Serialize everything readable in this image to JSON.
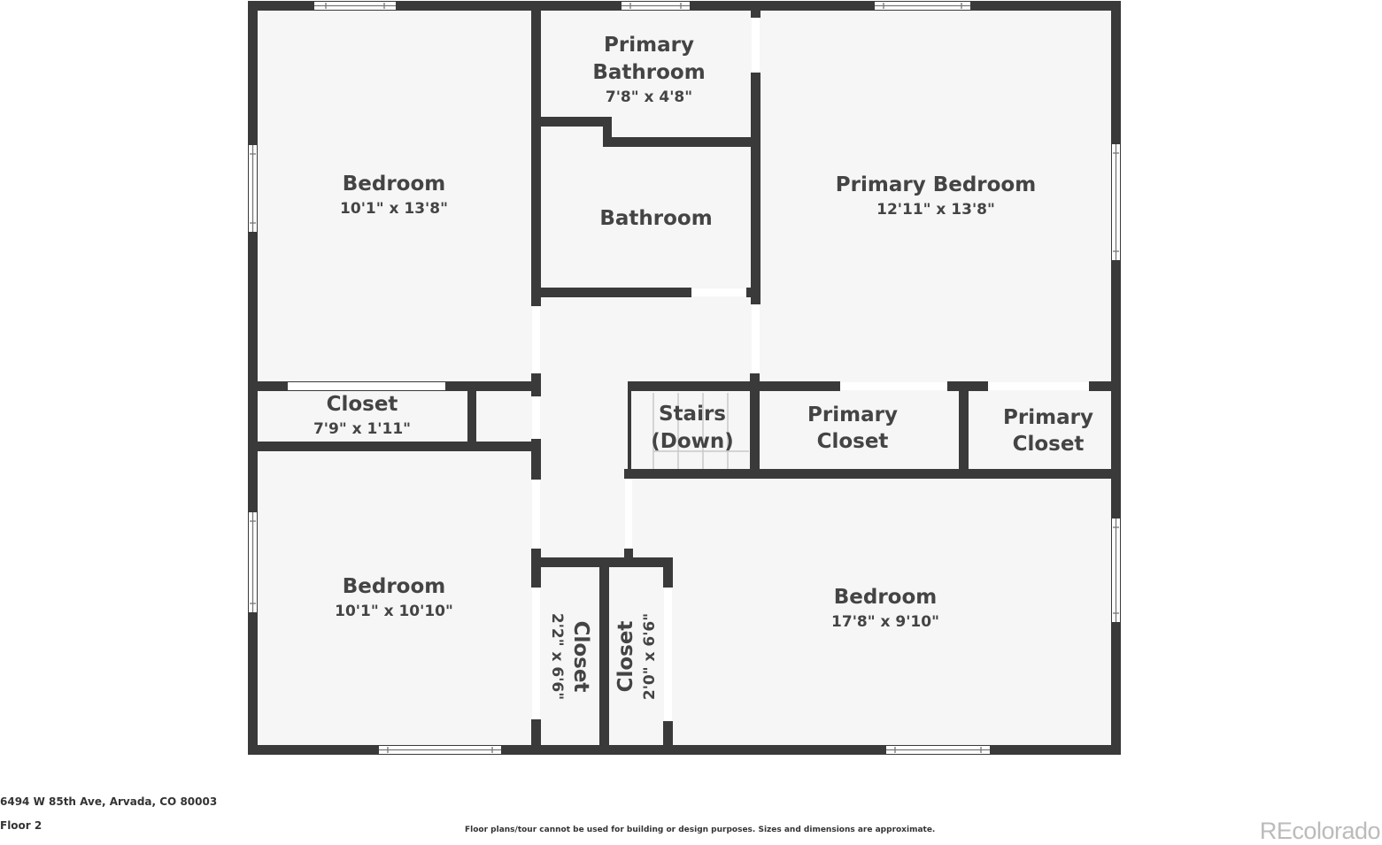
{
  "colors": {
    "floor": "#f6f6f6",
    "wall": "#3a3a3a",
    "text": "#444444",
    "brand": "#bbbbbb"
  },
  "rooms": {
    "bedroom_nw": {
      "name": "Bedroom",
      "dims": "10'1\" x 13'8\""
    },
    "primary_bathroom": {
      "name_line1": "Primary",
      "name_line2": "Bathroom",
      "dims": "7'8\" x 4'8\""
    },
    "bathroom": {
      "name": "Bathroom"
    },
    "primary_bedroom": {
      "name": "Primary Bedroom",
      "dims": "12'11\" x 13'8\""
    },
    "closet_west": {
      "name": "Closet",
      "dims": "7'9\" x 1'11\""
    },
    "stairs": {
      "name_line1": "Stairs",
      "name_line2": "(Down)"
    },
    "primary_closet_1": {
      "name_line1": "Primary",
      "name_line2": "Closet"
    },
    "primary_closet_2": {
      "name_line1": "Primary",
      "name_line2": "Closet"
    },
    "bedroom_sw": {
      "name": "Bedroom",
      "dims": "10'1\" x 10'10\""
    },
    "closet_hall_1": {
      "name": "Closet",
      "dims": "2'2\" x 6'6\""
    },
    "closet_hall_2": {
      "name": "Closet",
      "dims": "2'0\" x 6'6\""
    },
    "bedroom_se": {
      "name": "Bedroom",
      "dims": "17'8\" x 9'10\""
    }
  },
  "footer": {
    "address": "6494 W 85th Ave, Arvada, CO 80003",
    "floor_label": "Floor 2",
    "disclaimer": "Floor plans/tour cannot be used for building or design purposes. Sizes and dimensions are approximate.",
    "brand": "REcolorado"
  }
}
